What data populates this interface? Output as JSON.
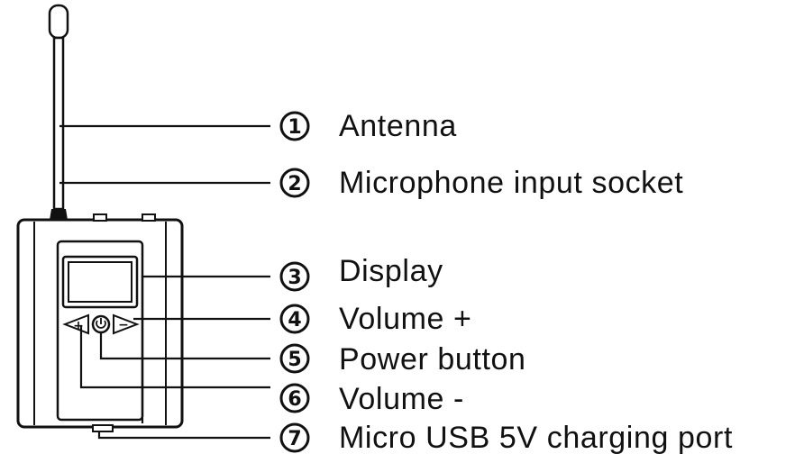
{
  "callouts": [
    {
      "number": "1",
      "label": "Antenna"
    },
    {
      "number": "2",
      "label": "Microphone input socket"
    },
    {
      "number": "3",
      "label": "Display"
    },
    {
      "number": "4",
      "label": "Volume +"
    },
    {
      "number": "5",
      "label": "Power button"
    },
    {
      "number": "6",
      "label": "Volume -"
    },
    {
      "number": "7",
      "label": "Micro USB 5V charging port"
    }
  ],
  "device": {
    "button_symbols": {
      "plus": "+",
      "minus": "−",
      "power": "⏻"
    }
  }
}
